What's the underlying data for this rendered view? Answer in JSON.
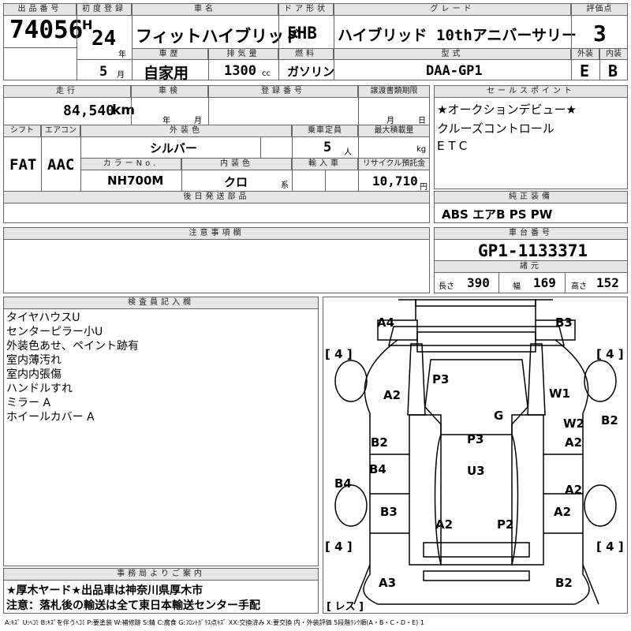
{
  "header": {
    "lot_label": "出品番号",
    "lot": "74056",
    "first_reg_label": "初度登録",
    "era": "H",
    "year": "24",
    "year_unit": "年",
    "month": "5",
    "month_unit": "月",
    "car_name_label": "車名",
    "car_name": "フィットハイブリッド",
    "door_label": "ドア形状",
    "door": "5HB",
    "grade_label": "グレード",
    "grade": "ハイブリッド 10thアニバーサリー",
    "score_label": "評価点",
    "score": "3",
    "history_label": "車歴",
    "history": "自家用",
    "displacement_label": "排気量",
    "displacement": "1300",
    "displacement_unit": "cc",
    "fuel_label": "燃料",
    "fuel": "ガソリン",
    "model_label": "型式",
    "model": "DAA-GP1",
    "exterior_label": "外装",
    "exterior": "E",
    "interior_label": "内装",
    "interior": "B"
  },
  "row2": {
    "mileage_label": "走行",
    "mileage": "84,540",
    "mileage_unit": "km",
    "inspection_label": "車検",
    "insp_year": "年",
    "insp_month": "月",
    "reg_label": "登録番号",
    "transfer_label": "譲渡書類期限",
    "transfer_month": "月",
    "transfer_day": "日",
    "shift_label": "シフト",
    "shift": "FAT",
    "ac_label": "エアコン",
    "ac": "AAC",
    "color_label": "外装色",
    "color": "シルバー",
    "seats_label": "乗車定員",
    "seats": "5",
    "seats_unit": "人",
    "load_label": "最大積載量",
    "load_unit": "kg",
    "colorno_label": "カラーNo.",
    "colorno": "NH700M",
    "intcolor_label": "内装色",
    "intcolor": "クロ",
    "intcolor_unit": "系",
    "import_label": "輸入車",
    "recycle_label": "リサイクル預託金",
    "recycle": "10,710",
    "recycle_unit": "円",
    "later_label": "後日発送部品"
  },
  "sales": {
    "label": "セールスポイント",
    "lines": [
      "★オークションデビュー★",
      "クルーズコントロール",
      "ETC"
    ]
  },
  "equip": {
    "label": "純正装備",
    "value": "ABS エアB PS PW"
  },
  "notes": {
    "label": "注意事項欄"
  },
  "chassis": {
    "label": "車台番号",
    "value": "GP1-1133371"
  },
  "dims": {
    "label": "諸元",
    "length_label": "長さ",
    "length": "390",
    "width_label": "幅",
    "width": "169",
    "height_label": "高さ",
    "height": "152"
  },
  "inspector": {
    "label": "検査員記入欄",
    "lines": [
      "タイヤハウスU",
      "センターピラー小U",
      "外装色あせ、ペイント跡有",
      "室内薄汚れ",
      "室内内張傷",
      "ハンドルすれ",
      "ミラー A",
      "ホイールカバー A"
    ]
  },
  "office": {
    "label": "事務局よりご案内",
    "lines": [
      "★厚木ヤード★出品車は神奈川県厚木市",
      "注意：落札後の輸送は全て東日本輸送センター手配"
    ]
  },
  "diagram": {
    "marks": [
      "A4",
      "B3",
      "A2",
      "W1",
      "P3",
      "G",
      "W2",
      "B2",
      "B2",
      "A2",
      "P3",
      "B4",
      "B4",
      "U3",
      "A2",
      "B3",
      "A2",
      "A2",
      "P2",
      "A3",
      "B2"
    ],
    "tires": [
      "[ 4 ]",
      "[ 4 ]",
      "[ 4 ]",
      "[ 4 ]"
    ],
    "spare": "[ レス ]"
  },
  "legend": "A:ｷｽﾞ U:ﾍｺﾐ B:ｷｽﾞを伴うﾍｺﾐ P:要塗装 W:補修跡 S:錆 C:腐食 G:ﾌﾛﾝﾄｶﾞﾗｽ点ｷｽﾞ XX:交換済み X:要交換  内・外装評価  5段階ﾗﾝｸ順(A・B・C・D・E) 1"
}
